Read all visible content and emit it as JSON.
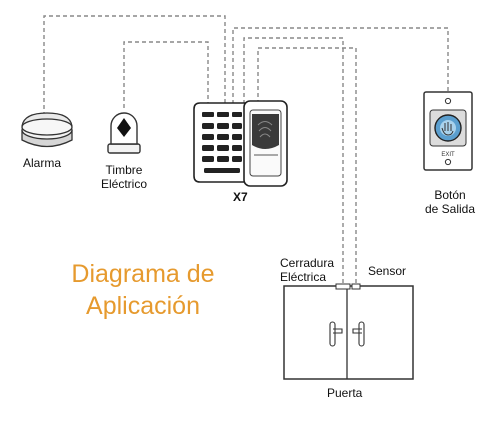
{
  "diagram": {
    "title_line1": "Diagrama de",
    "title_line2": "Aplicación",
    "title_color": "#e69a2e",
    "wire_color": "#888888",
    "devices": {
      "alarm": "Alarma",
      "bell_line1": "Timbre",
      "bell_line2": "Eléctrico",
      "terminal": "X7",
      "exit_button_line1": "Botón",
      "exit_button_line2": "de Salida",
      "exit_button_text": "EXIT",
      "lock_line1": "Cerradura",
      "lock_line2": "Eléctrica",
      "sensor": "Sensor",
      "door": "Puerta"
    }
  }
}
